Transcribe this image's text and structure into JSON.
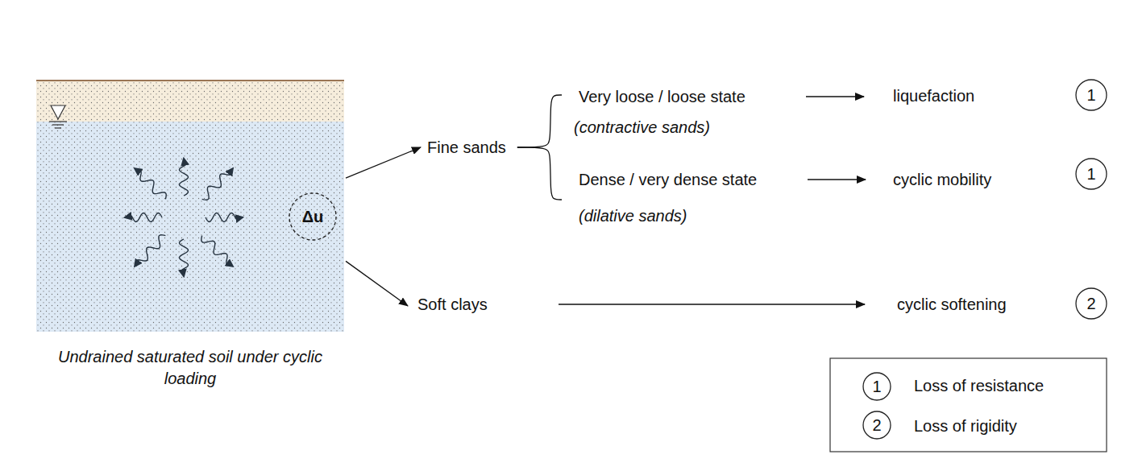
{
  "diagram": {
    "nodes": [
      {
        "text": [
          "Undrained saturated soil under cyclic loading"
        ]
      },
      {
        "text": [
          "Δu"
        ],
        "in": 0
      },
      {
        "text": [
          "Fine sands"
        ]
      },
      {
        "text": [
          "Very loose / loose state",
          "(contractive sands)"
        ]
      },
      {
        "text": [
          "Dense / very dense state",
          "(dilative sands)"
        ]
      },
      {
        "text": [
          "liquefaction"
        ]
      },
      {
        "text": [
          "cyclic mobility"
        ]
      },
      {
        "text": [
          "Soft clays"
        ]
      },
      {
        "text": [
          "cyclic softening"
        ]
      }
    ],
    "edges": [
      {
        "from": 0,
        "to": 2,
        "arrow": "to"
      },
      {
        "from": 0,
        "to": 7,
        "arrow": "to"
      },
      {
        "from": 2,
        "to": 3,
        "arrow": "none"
      },
      {
        "from": 2,
        "to": 4,
        "arrow": "none"
      },
      {
        "from": 3,
        "to": 5,
        "arrow": "to"
      },
      {
        "from": 4,
        "to": 6,
        "arrow": "to"
      },
      {
        "from": 7,
        "to": 8,
        "arrow": "to"
      }
    ],
    "labels": [
      "1",
      "1",
      "2",
      "1",
      "2"
    ],
    "legend": [
      {
        "text": "Loss of resistance"
      },
      {
        "text": "Loss of rigidity"
      }
    ]
  }
}
